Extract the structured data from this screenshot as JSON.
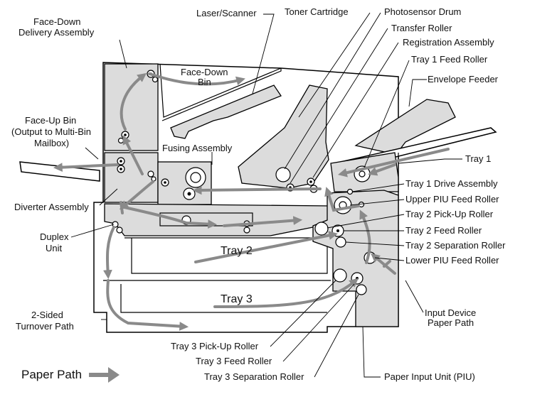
{
  "labels": {
    "face_down_delivery_1": "Face-Down",
    "face_down_delivery_2": "Delivery Assembly",
    "laser_scanner": "Laser/Scanner",
    "toner_cartridge": "Toner Cartridge",
    "photosensor_drum": "Photosensor Drum",
    "transfer_roller": "Transfer Roller",
    "registration_assembly": "Registration Assembly",
    "tray1_feed_roller": "Tray 1 Feed Roller",
    "face_down_bin_1": "Face-Down",
    "face_down_bin_2": "Bin",
    "envelope_feeder": "Envelope Feeder",
    "face_up_bin_1": "Face-Up Bin",
    "face_up_bin_2": "(Output to Multi-Bin",
    "face_up_bin_3": "Mailbox)",
    "fusing_assembly": "Fusing Assembly",
    "tray1": "Tray 1",
    "tray1_drive_assembly": "Tray 1 Drive Assembly",
    "diverter_assembly": "Diverter Assembly",
    "upper_piu_feed_roller": "Upper PIU Feed Roller",
    "tray2_pickup_roller": "Tray 2 Pick-Up Roller",
    "duplex_unit_1": "Duplex",
    "duplex_unit_2": "Unit",
    "tray2_feed_roller": "Tray 2 Feed Roller",
    "tray2": "Tray 2",
    "tray2_separation_roller": "Tray 2 Separation Roller",
    "lower_piu_feed_roller": "Lower PIU Feed Roller",
    "tray3": "Tray 3",
    "input_device_path_1": "Input Device",
    "input_device_path_2": "Paper Path",
    "two_sided_path_1": "2-Sided",
    "two_sided_path_2": "Turnover Path",
    "tray3_pickup_roller": "Tray 3 Pick-Up Roller",
    "tray3_feed_roller": "Tray 3 Feed Roller",
    "tray3_separation_roller": "Tray 3 Separation Roller",
    "paper_input_unit": "Paper Input Unit (PIU)",
    "legend_paper_path": "Paper Path"
  },
  "colors": {
    "paper_path": "#8a8a8a",
    "assembly_fill": "#dcdcdc",
    "outline": "#000000",
    "background": "#ffffff"
  }
}
